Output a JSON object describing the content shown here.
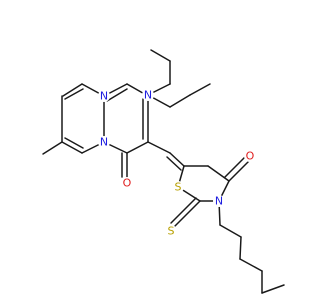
{
  "molecule": {
    "atom_labels": {
      "n_amine": "N",
      "n_pyrimidine": "N",
      "n_ring_fusion": "N",
      "o_pyrimidinone": "O",
      "s_thiazolidine": "S",
      "n_thiazolidine": "N",
      "o_thiazolidine": "O",
      "s_thione": "S"
    }
  },
  "colors": {
    "bond": "#1a1a1a",
    "nitrogen": "#1f1fe0",
    "oxygen": "#e02020",
    "sulfur": "#b8a000"
  }
}
